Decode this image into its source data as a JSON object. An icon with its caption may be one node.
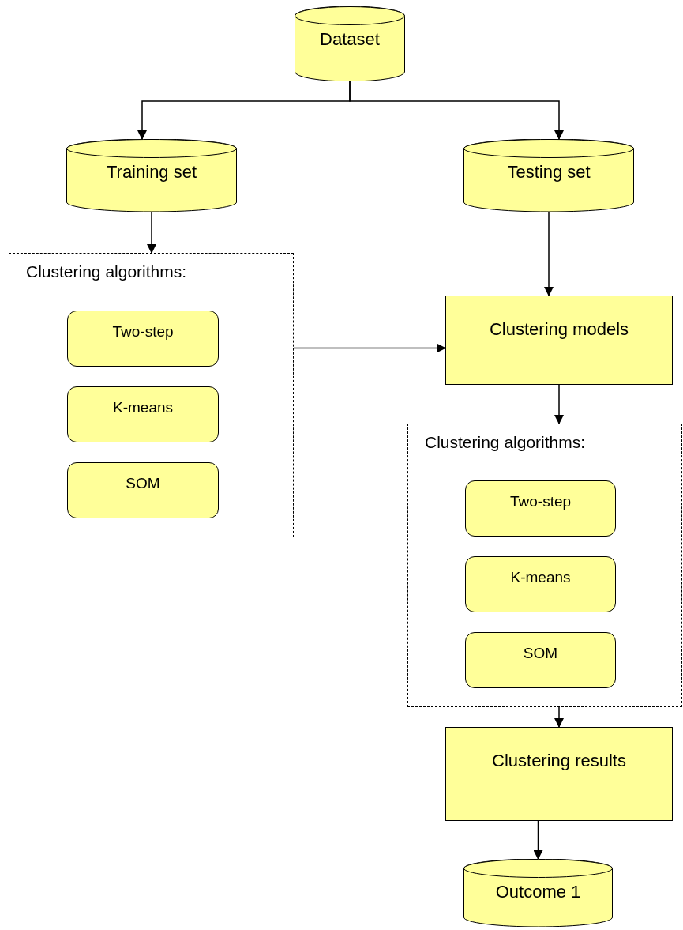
{
  "diagram": {
    "nodes": [
      {
        "text": [
          "Dataset"
        ]
      },
      {
        "text": [
          "Training set"
        ]
      },
      {
        "text": [
          "Testing set"
        ]
      },
      {
        "text": [
          "Clustering algorithms:"
        ]
      },
      {
        "text": [
          "Two-step"
        ],
        "in": 3
      },
      {
        "text": [
          "K-means"
        ],
        "in": 3
      },
      {
        "text": [
          "SOM"
        ],
        "in": 3
      },
      {
        "text": [
          "Clustering models"
        ]
      },
      {
        "text": [
          "Clustering algorithms:"
        ]
      },
      {
        "text": [
          "Two-step"
        ],
        "in": 8
      },
      {
        "text": [
          "K-means"
        ],
        "in": 8
      },
      {
        "text": [
          "SOM"
        ],
        "in": 8
      },
      {
        "text": [
          "Clustering results"
        ]
      },
      {
        "text": [
          "Outcome 1"
        ]
      }
    ],
    "edges": [
      {
        "from": 0,
        "to": 1,
        "arrow": "to"
      },
      {
        "from": 0,
        "to": 2,
        "arrow": "to"
      },
      {
        "from": 1,
        "to": 3,
        "arrow": "to"
      },
      {
        "from": 2,
        "to": 7,
        "arrow": "to"
      },
      {
        "from": 3,
        "to": 7,
        "arrow": "to"
      },
      {
        "from": 7,
        "to": 8,
        "arrow": "to"
      },
      {
        "from": 8,
        "to": 12,
        "arrow": "to"
      },
      {
        "from": 12,
        "to": 13,
        "arrow": "to"
      }
    ]
  }
}
